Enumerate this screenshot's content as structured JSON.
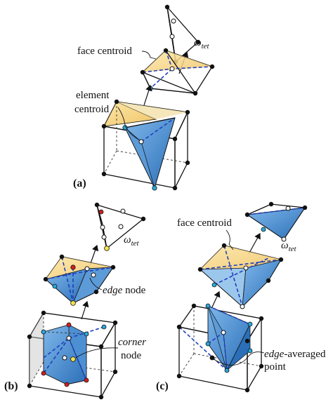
{
  "labels": {
    "face_centroid_a": "face centroid",
    "element_centroid_line1": "element",
    "element_centroid_line2": "centroid",
    "omega_a_base": "ω",
    "omega_a_sub": "tet",
    "panel_a": "(a)",
    "omega_b_base": "ω",
    "omega_b_sub": "tet",
    "edge_node_italic": "edge",
    "edge_node_rest": " node",
    "corner_node_italic": "corner",
    "corner_node_line2": "node",
    "panel_b": "(b)",
    "face_centroid_c": "face centroid",
    "omega_c_base": "ω",
    "omega_c_sub": "tet",
    "edge_averaged_italic": "edge",
    "edge_averaged_rest": "-averaged",
    "edge_averaged_line2": "point",
    "panel_c": "(c)"
  },
  "colors": {
    "cube_face": "#d4d4d4",
    "cube_face_dark": "#a9a9a9",
    "yellow_face": "#f7d98a",
    "blue_face": "#3f86cf",
    "blue_light": "#8fbde6",
    "node_black": "#111111",
    "node_cyan": "#2aa7d8",
    "node_white": "#ffffff",
    "node_yellow": "#f5e24a",
    "node_red": "#d41f1f",
    "dash_blue": "#1e3fbf"
  }
}
